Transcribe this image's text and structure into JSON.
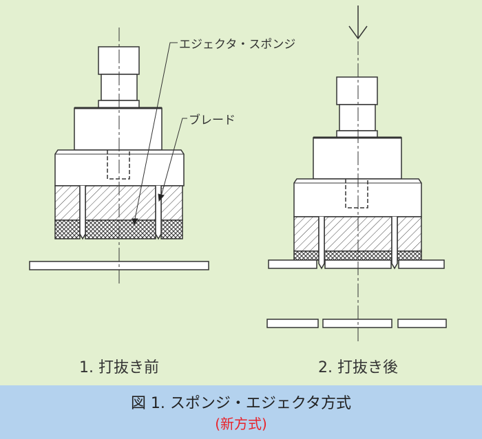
{
  "labels": {
    "ejector_sponge": "エジェクタ・スポンジ",
    "blade": "ブレード"
  },
  "steps": {
    "before": "1. 打抜き前",
    "after": "2. 打抜き後"
  },
  "caption": {
    "title": "図 1. スポンジ・エジェクタ方式",
    "subtitle": "(新方式)"
  },
  "colors": {
    "background": "#e3f0d0",
    "band": "#b4d2ee",
    "subtitle": "#e8232a"
  }
}
